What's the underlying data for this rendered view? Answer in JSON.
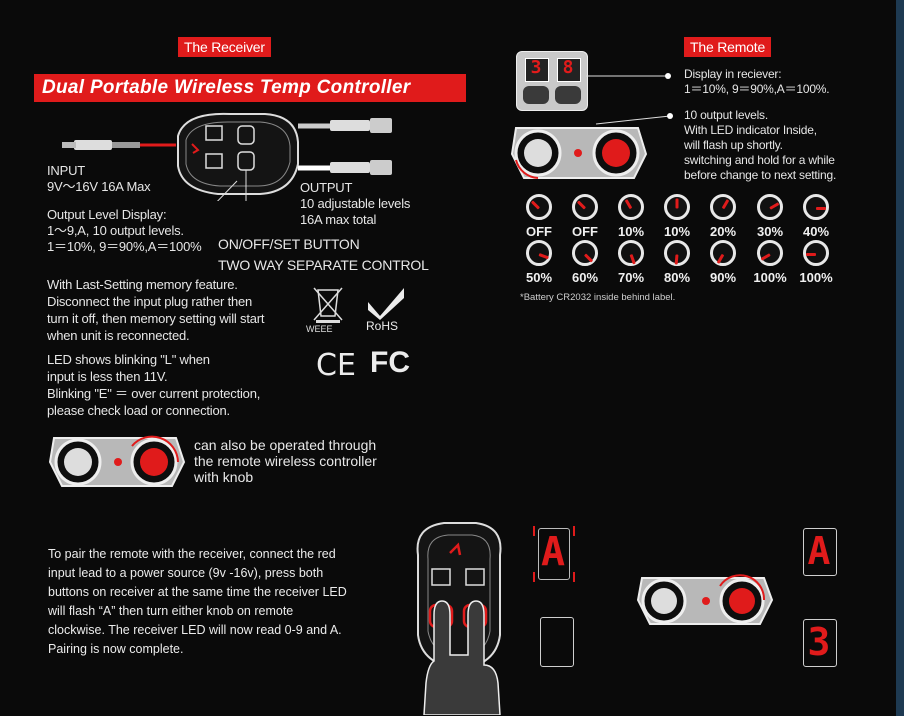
{
  "receiver": {
    "tag": "The Receiver",
    "banner": "Dual Portable Wireless Temp Controller",
    "input_title": "INPUT",
    "input_spec": "9V～16V 16A Max",
    "output_title": "OUTPUT",
    "output_levels": "10 adjustable levels",
    "output_max": "16A max total",
    "level_display_title": "Output Level Display:",
    "level_display_line1": "1～9,A, 10 output levels.",
    "level_display_line2": "1＝10%, 9＝90%,A＝100%",
    "button_line1": "ON/OFF/SET BUTTON",
    "button_line2": "TWO WAY SEPARATE CONTROL",
    "memory_line1": "With Last-Setting memory feature.",
    "memory_line2": "Disconnect the input plug rather then",
    "memory_line3": "turn it off, then memory setting will start",
    "memory_line4": "when unit is reconnected.",
    "led_line1": "LED shows blinking \"L\" when",
    "led_line2": "input is less then 11V.",
    "led_line3": "Blinking \"E\" ＝ over current protection,",
    "led_line4": "please check load or connection.",
    "weee_label": "WEEE",
    "rohs_label": "RoHS",
    "ce_label": "CE",
    "fc_label": "FC",
    "remote_note_line1": "can also be operated through",
    "remote_note_line2": "the remote wireless controller",
    "remote_note_line3": "with knob"
  },
  "remote": {
    "tag": "The Remote",
    "display_digit_left": "3",
    "display_digit_right": "8",
    "display_line1": "Display in reciever:",
    "display_line2": "1＝10%, 9＝90%,A＝100%.",
    "levels_line1": "10 output levels.",
    "levels_line2": "With LED indicator Inside,",
    "levels_line3": "will flash up shortly.",
    "levels_line4": "switching and hold for a while",
    "levels_line5": "before change to next setting.",
    "row1": [
      "OFF",
      "OFF",
      "10%",
      "10%",
      "20%",
      "30%",
      "40%"
    ],
    "row2": [
      "50%",
      "60%",
      "70%",
      "80%",
      "90%",
      "100%",
      "100%"
    ],
    "battery_note": "*Battery CR2032 inside behind label."
  },
  "pairing": {
    "line1": "To pair the remote with the receiver, connect the red",
    "line2": "input lead to a power source (9v -16v), press both",
    "line3": "buttons on receiver at the same time the receiver LED",
    "line4": "will flash “A” then turn either knob on remote",
    "line5": "clockwise. The receiver LED will now read 0-9 and A.",
    "line6": "Pairing is now complete.",
    "flash_digit": "A",
    "result_digit_top": "A",
    "result_digit_bottom": "3"
  },
  "colors": {
    "accent": "#e01b1b",
    "background": "#0a0a0a",
    "text": "#e8e8e8"
  }
}
